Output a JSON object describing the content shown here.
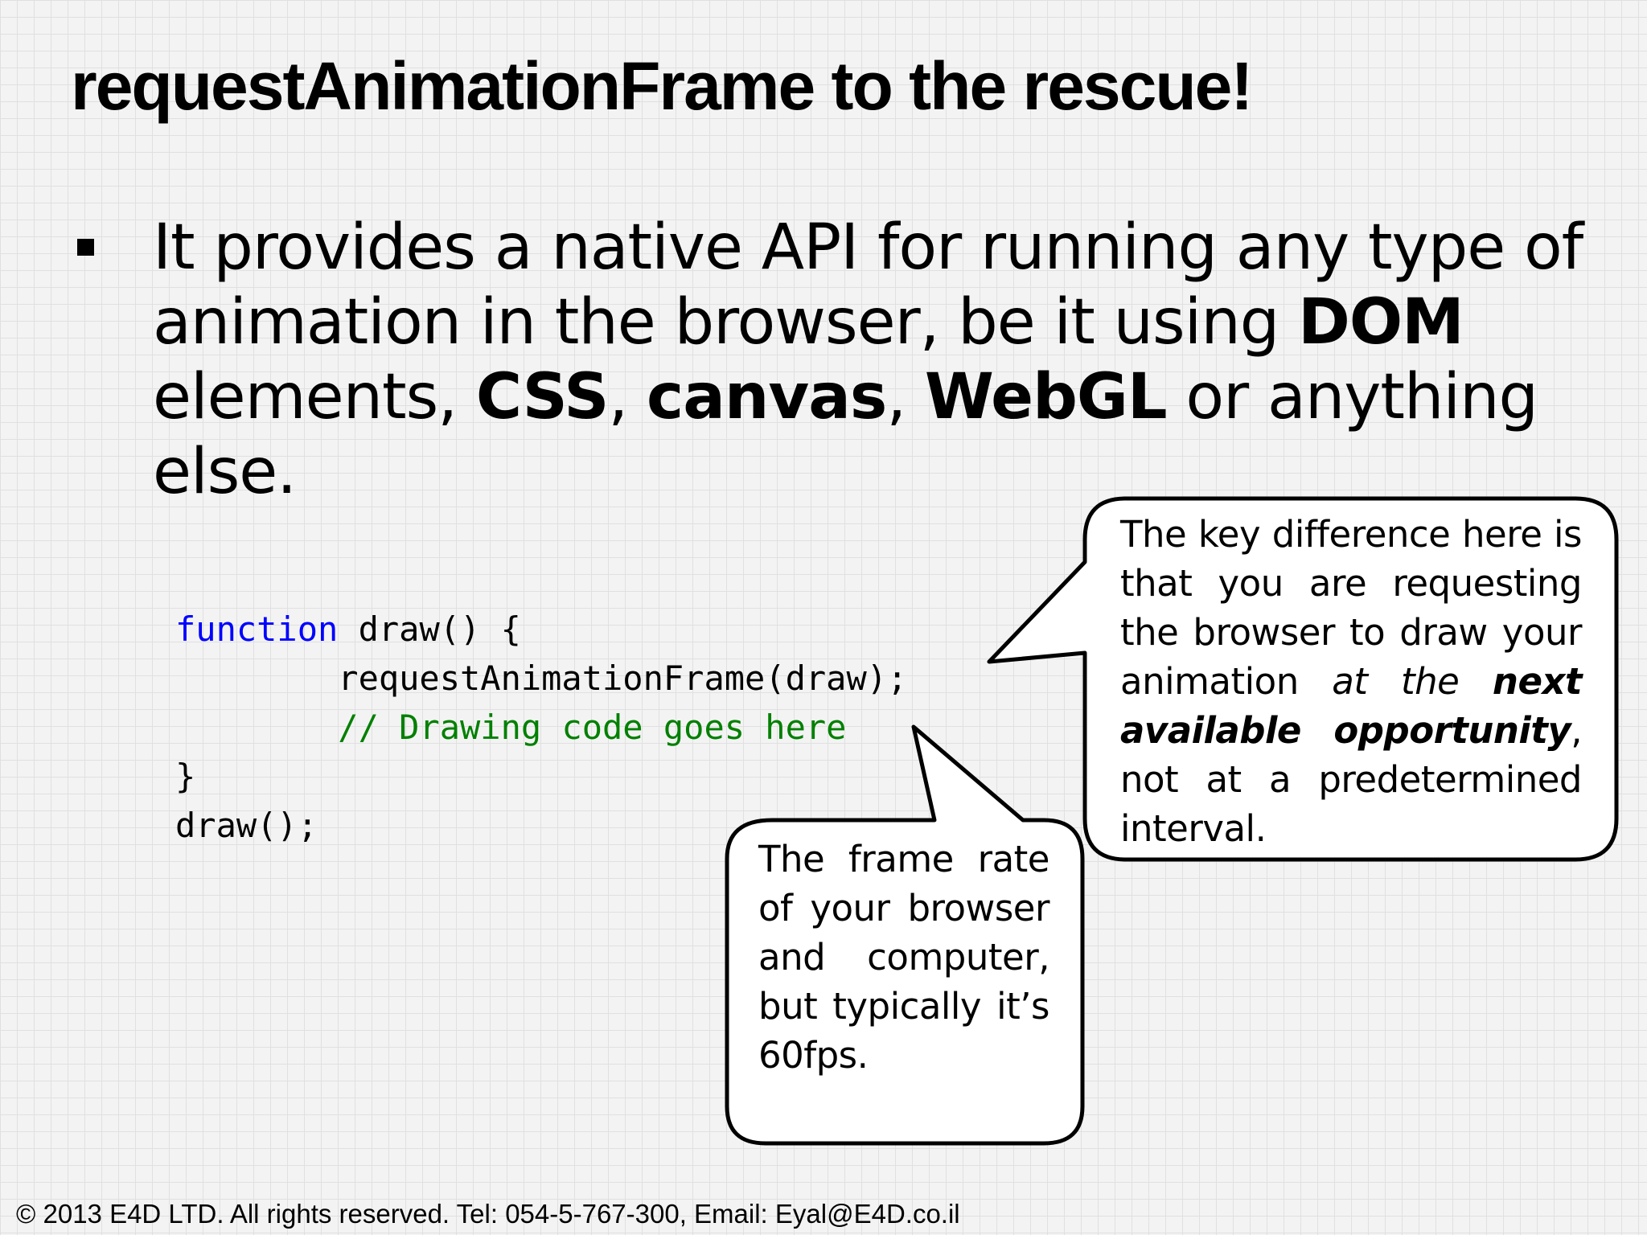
{
  "slide": {
    "title": "requestAnimationFrame to the rescue!",
    "bullet": {
      "part1": "It provides a native API for running any type of animation in the browser, be it using ",
      "dom": "DOM",
      "part2": " elements, ",
      "css": "CSS",
      "comma1": ", ",
      "canvas": "canvas",
      "comma2": ", ",
      "webgl": "WebGL",
      "part3": " or anything else."
    },
    "code": {
      "keyword": "function",
      "line1_rest": " draw() {",
      "line2": "        requestAnimationFrame(draw);",
      "line3_indent": "        ",
      "line3_comment": "// Drawing code goes here",
      "line4": "}",
      "line5": "draw();"
    },
    "callout_right": {
      "text1": "The key difference here is that you are requesting the browser to draw your animation ",
      "italic": "at the",
      "space": " ",
      "bold_italic1": "next available opportunity",
      "text2": ", not at a predetermined interval."
    },
    "callout_bottom": {
      "text": "The frame rate of your browser and computer, but typically it’s 60fps."
    },
    "footer": "© 2013 E4D LTD. All rights reserved. Tel: 054-5-767-300, Email: Eyal@E4D.co.il"
  }
}
